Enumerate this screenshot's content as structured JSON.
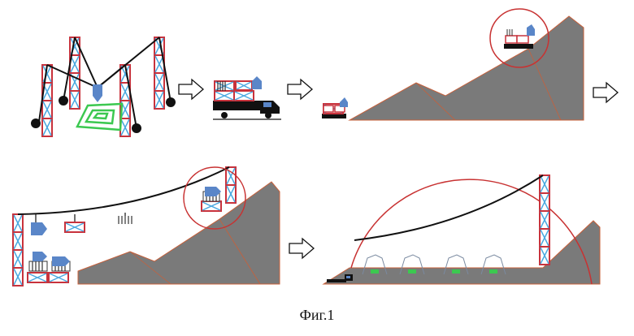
{
  "figure": {
    "caption": "Фиг.1"
  },
  "colors": {
    "mast_red": "#c8323c",
    "mast_cross": "#4aa8e0",
    "cable": "#111111",
    "mountain": "#7a7a7a",
    "mountain_edge": "#c8603a",
    "green_coil": "#3cc850",
    "vehicle": "#111111",
    "payload_blue": "#5a86c8",
    "circle": "#c83232"
  },
  "panels": [
    {
      "id": "crane-assembly"
    },
    {
      "id": "truck-transport"
    },
    {
      "id": "mountain-delivery"
    },
    {
      "id": "cable-installation"
    },
    {
      "id": "dome-deployment"
    }
  ],
  "arrows": [
    "arrow-1",
    "arrow-2",
    "arrow-3",
    "arrow-4"
  ]
}
